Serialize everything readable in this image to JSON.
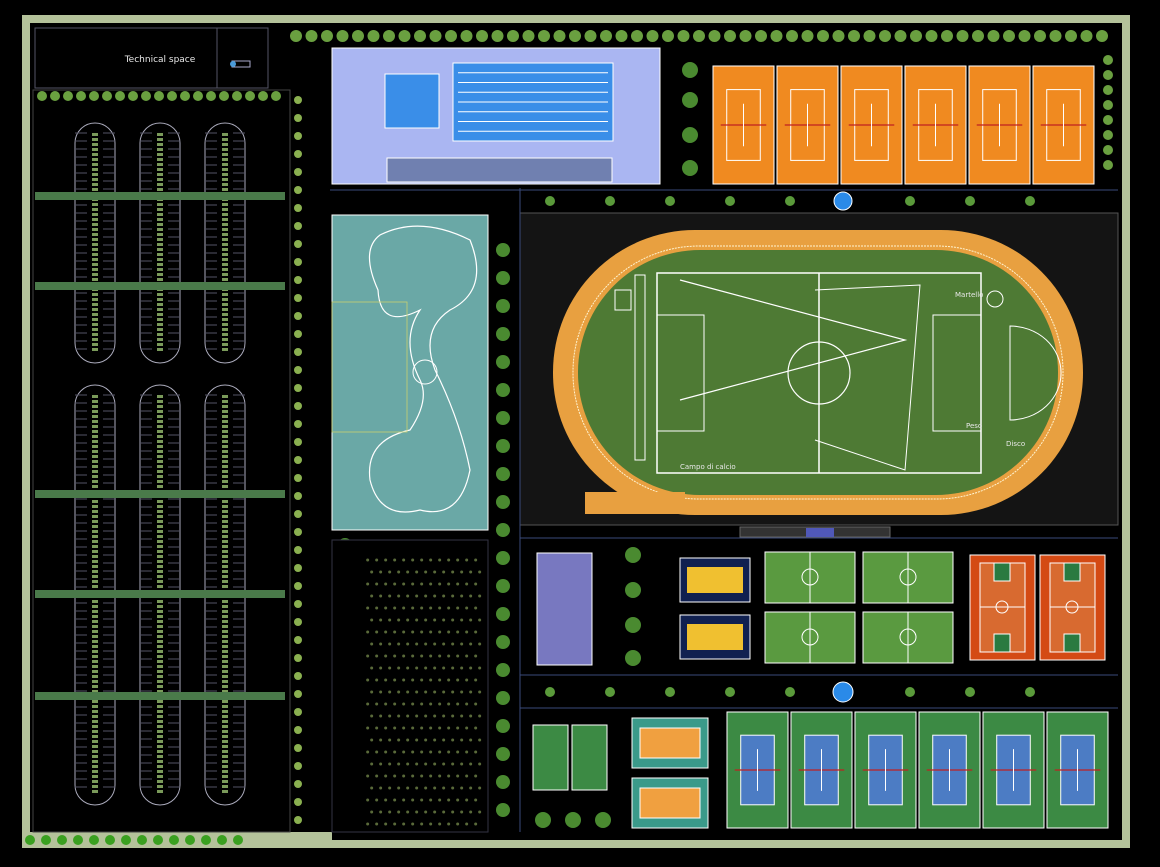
{
  "plan": {
    "technical_space": "Technical space",
    "hammer_label": "Martello",
    "football_label": "Campo di calcio",
    "shot_put_label": "Peso",
    "discus_label": "Disco"
  },
  "colors": {
    "frame": "#b4c29a",
    "pool_building": "#aab6f2",
    "pool_water": "#3a8ee8",
    "clay_court": "#f08a20",
    "water_play": "#6aa8a6",
    "track": "#e8a040",
    "field": "#4e7a34",
    "volley_purple": "#7878c0",
    "basket_red": "#d44a14",
    "tennis_green": "#3c8a44",
    "tennis_blue": "#4c7cc4",
    "tree": "#6aa040"
  },
  "counts": {
    "clay_courts": 6,
    "hard_courts": 6,
    "five_a_side_courts": 4,
    "basketball_courts": 2
  }
}
